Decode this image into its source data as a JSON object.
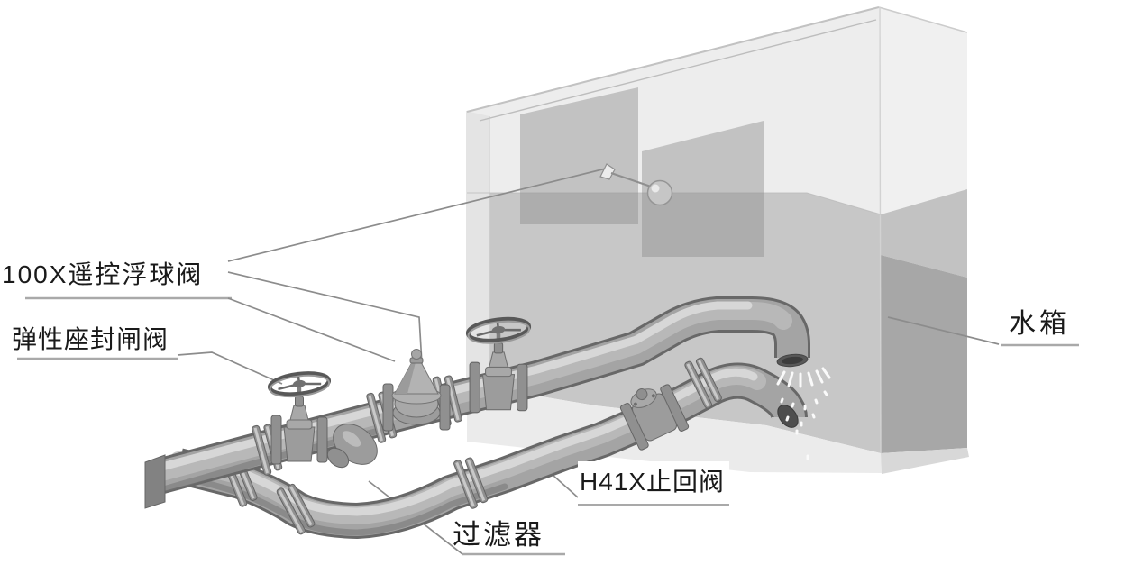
{
  "diagram": {
    "type": "piping-installation-schematic",
    "subject": "100X remote-control float valve installed on water tank supply piping",
    "labels": {
      "remote_float_valve": "100X遥控浮球阀",
      "gate_valve": "弹性座封闸阀",
      "check_valve": "H41X止回阀",
      "strainer": "过滤器",
      "water_tank": "水箱"
    },
    "components": [
      "water-tank",
      "tank-water",
      "inspection-panels",
      "float-ball",
      "float-arm",
      "main-supply-pipe",
      "bypass-pipe",
      "pipe-inlet",
      "pipe-outlet-spout",
      "gate-valve-left",
      "gate-valve-right",
      "pilot-float-main-valve",
      "y-strainer",
      "check-valve",
      "water-spray"
    ],
    "colors": {
      "background": "#ffffff",
      "label_text": "#1a1a1a",
      "leader_line": "#8c8c8c",
      "underline": "#a9a9a9",
      "tank_face_light": "#eeeeee",
      "tank_water": "#c7c7c7",
      "tank_side_shade": "#a7a7a7",
      "interior_panel": "#8e8e8e",
      "pipe_body": "#a4a4a4",
      "pipe_edge": "#686868",
      "pipe_highlight": "#d8d8d8"
    }
  }
}
